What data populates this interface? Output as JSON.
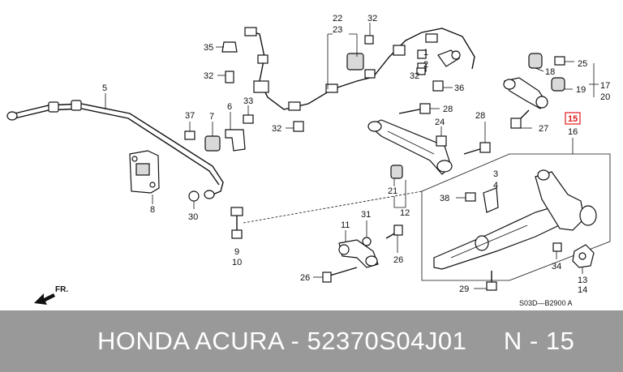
{
  "callouts": {
    "c5": "5",
    "c8": "8",
    "c35": "35",
    "c32a": "32",
    "c37": "37",
    "c7": "7",
    "c6": "6",
    "c33": "33",
    "c32b": "32",
    "c22": "22",
    "c23": "23",
    "c32c": "32",
    "c1": "1",
    "c2": "2",
    "c32d": "32",
    "c36": "36",
    "c28a": "28",
    "c24": "24",
    "c28b": "28",
    "c30": "30",
    "c9": "9",
    "c10": "10",
    "c21": "21",
    "c12": "12",
    "c11": "11",
    "c31": "31",
    "c26a": "26",
    "c26b": "26",
    "c3": "3",
    "c4": "4",
    "c38": "38",
    "c25": "25",
    "c18": "18",
    "c17": "17",
    "c19": "19",
    "c20": "20",
    "c27": "27",
    "c15": "15",
    "c16": "16",
    "c34": "34",
    "c13": "13",
    "c14": "14",
    "c29": "29"
  },
  "direction_label": "FR.",
  "diagram_code": "S03D—B2900 A",
  "footer": {
    "text": "HONDA ACURA - 52370S04J01     N - 15"
  },
  "highlight_color": "#e0191c"
}
